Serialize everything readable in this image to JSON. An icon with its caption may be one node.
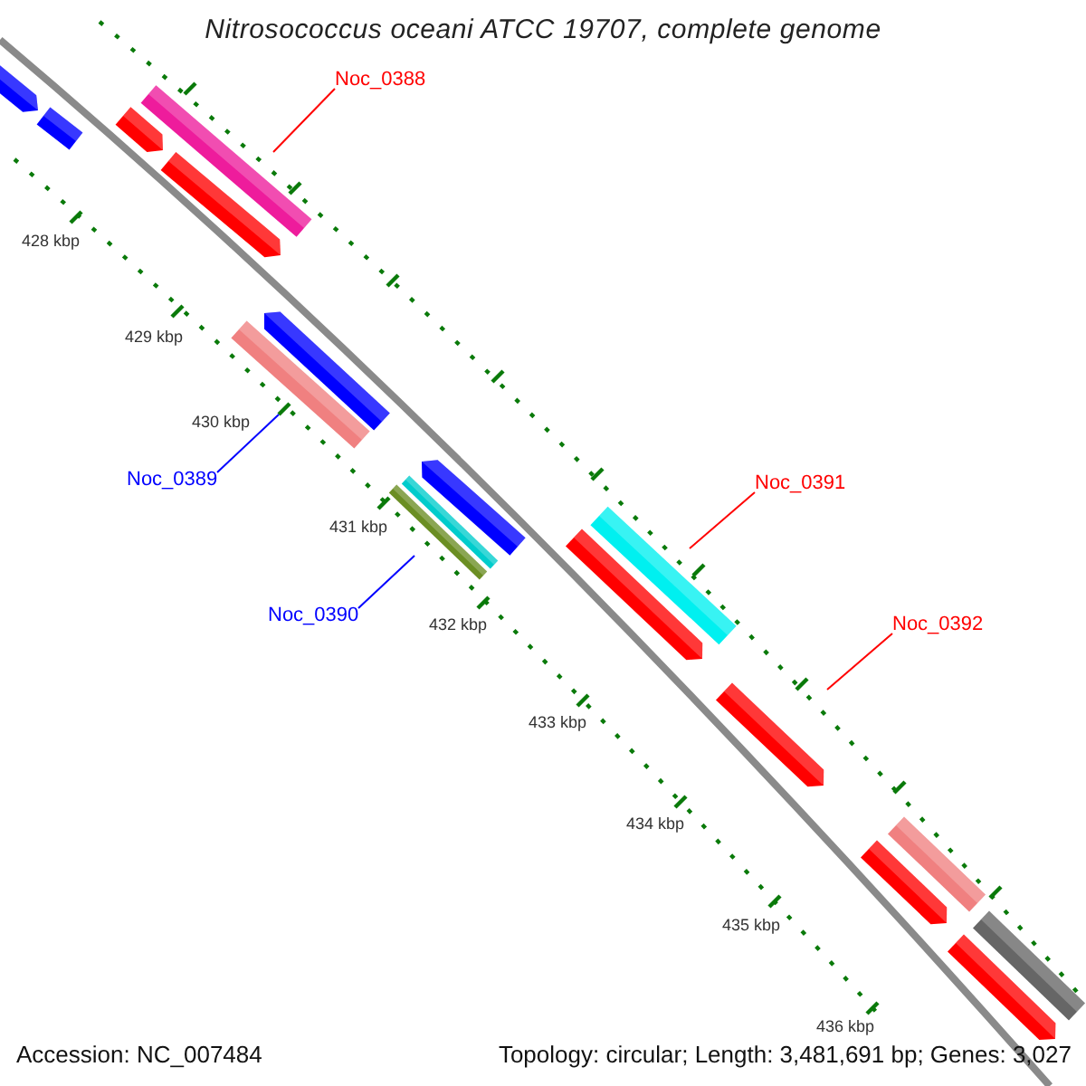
{
  "diagram": {
    "title": "Nitrosococcus oceani ATCC 19707, complete genome",
    "nodes": [
      {
        "text": [
          "Noc_0388"
        ]
      },
      {
        "text": [
          "Noc_0389"
        ]
      },
      {
        "text": [
          "Noc_0390"
        ]
      },
      {
        "text": [
          "Noc_0391"
        ]
      },
      {
        "text": [
          "Noc_0392"
        ]
      },
      {
        "text": [],
        "shape": "bar"
      },
      {
        "text": [],
        "shape": "bar"
      },
      {
        "text": [],
        "shape": "bar"
      },
      {
        "text": [],
        "shape": "bar"
      },
      {
        "text": [],
        "shape": "bar"
      },
      {
        "text": [],
        "shape": "bar"
      },
      {
        "text": [],
        "shape": "bar"
      },
      {
        "text": [],
        "shape": "bar"
      },
      {
        "text": [],
        "shape": "bar"
      },
      {
        "text": [],
        "shape": "bar"
      },
      {
        "text": [],
        "shape": "bar"
      },
      {
        "text": [],
        "shape": "bar"
      },
      {
        "text": [],
        "shape": "bar"
      },
      {
        "text": [],
        "shape": "bar"
      },
      {
        "text": [],
        "shape": "bar"
      },
      {
        "text": [],
        "shape": "bar"
      },
      {
        "text": [],
        "shape": "bar"
      }
    ],
    "edges": [
      {
        "from": 0,
        "to": 8,
        "arrow": "none"
      },
      {
        "from": 1,
        "to": 10,
        "arrow": "none",
        "color": "#0000ff"
      },
      {
        "from": 2,
        "to": 12,
        "arrow": "none",
        "color": "#0000ff"
      },
      {
        "from": 3,
        "to": 16,
        "arrow": "none"
      },
      {
        "from": 4,
        "to": 17,
        "arrow": "none"
      }
    ],
    "labels": [
      "428 kbp",
      "429 kbp",
      "430 kbp",
      "431 kbp",
      "432 kbp",
      "433 kbp",
      "434 kbp",
      "435 kbp",
      "436 kbp",
      "Accession: NC_007484",
      "Topology: circular; Length: 3,481,691 bp; Genes: 3,027"
    ]
  }
}
